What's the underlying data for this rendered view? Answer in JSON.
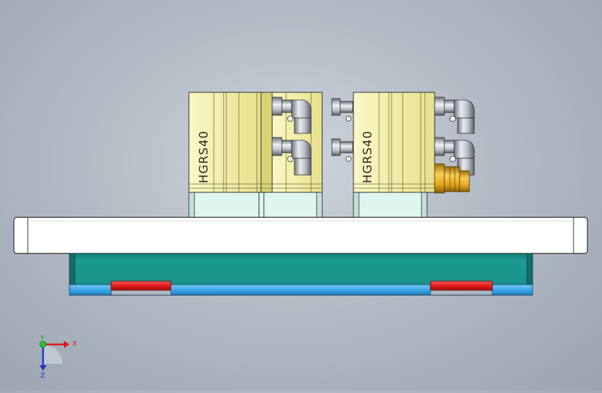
{
  "model": {
    "cylinder_1_label": "HGRS40",
    "cylinder_2_label": "HGRS40"
  },
  "triad": {
    "x_label": "X",
    "y_label": "Y",
    "z_label": "Z"
  },
  "colors": {
    "cylinder_body": "#f2eda6",
    "cylinder_band": "#d9d273",
    "base_plate": "#ffffff",
    "teal_block": "#1a9a90",
    "blue_rail": "#3aa7e6",
    "red_pad": "#e11a1a",
    "brass_fitting": "#e3a81b",
    "mount_block": "#dff5ef"
  }
}
